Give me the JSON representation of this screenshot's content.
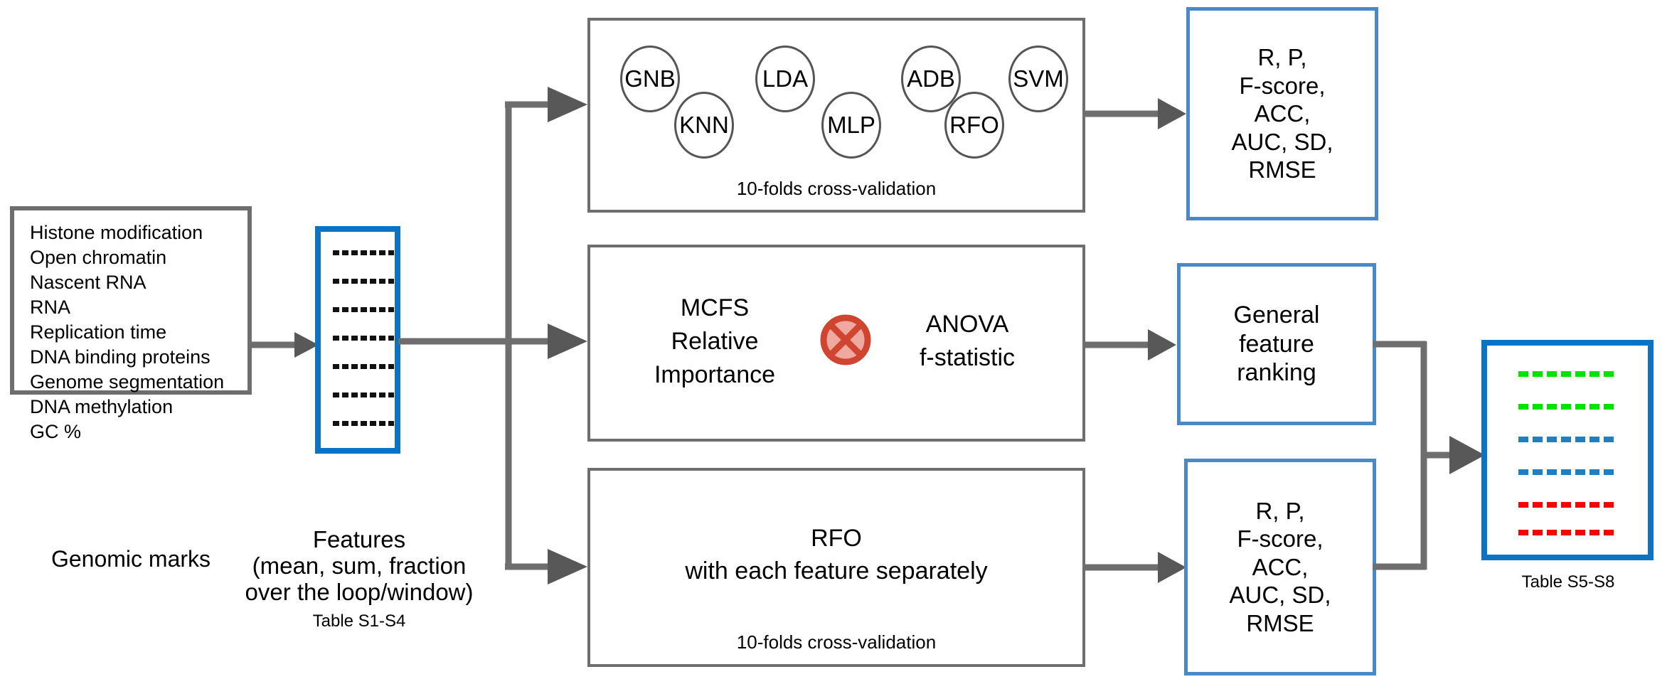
{
  "colors": {
    "gray_stroke": "#6e6e6e",
    "blue_light": "#4a89c8",
    "blue_strong": "#0b72c4",
    "red_icon": "#cf4530",
    "dash_green": "#00e500",
    "dash_blue": "#1f7fc4",
    "dash_red": "#fa0000"
  },
  "genomic_marks": {
    "items": [
      "Histone modification",
      "Open chromatin",
      "Nascent RNA",
      "RNA",
      "Replication time",
      "DNA binding proteins",
      "Genome segmentation",
      "DNA methylation",
      "GC %"
    ],
    "caption": "Genomic marks"
  },
  "features": {
    "caption_line1": "Features",
    "caption_line2": "(mean, sum, fraction",
    "caption_line3": "over the loop/window)",
    "table_label": "Table S1-S4",
    "dash_rows": 7
  },
  "classifier_branch": {
    "circles": [
      "GNB",
      "LDA",
      "ADB",
      "SVM",
      "KNN",
      "MLP",
      "RFO"
    ],
    "cv_label": "10-folds cross-validation"
  },
  "feature_selection_branch": {
    "left_lines": [
      "MCFS",
      "Relative",
      "Importance"
    ],
    "operator_icon": "circle-x-icon",
    "right_lines": [
      "ANOVA",
      "f-statistic"
    ]
  },
  "rfo_branch": {
    "title_line1": "RFO",
    "title_line2": "with each feature separately",
    "cv_label": "10-folds cross-validation"
  },
  "metrics_top": {
    "lines": [
      "R, P,",
      "F-score,",
      "ACC,",
      "AUC, SD,",
      "RMSE"
    ]
  },
  "metrics_bottom": {
    "lines": [
      "R, P,",
      "F-score,",
      "ACC,",
      "AUC, SD,",
      "RMSE"
    ]
  },
  "ranking": {
    "lines": [
      "General",
      "feature",
      "ranking"
    ]
  },
  "final_table": {
    "caption": "Table S5-S8",
    "dash_rows": [
      {
        "color_name": "dash_green"
      },
      {
        "color_name": "dash_green"
      },
      {
        "color_name": "dash_blue"
      },
      {
        "color_name": "dash_blue"
      },
      {
        "color_name": "dash_red"
      },
      {
        "color_name": "dash_red"
      }
    ]
  }
}
